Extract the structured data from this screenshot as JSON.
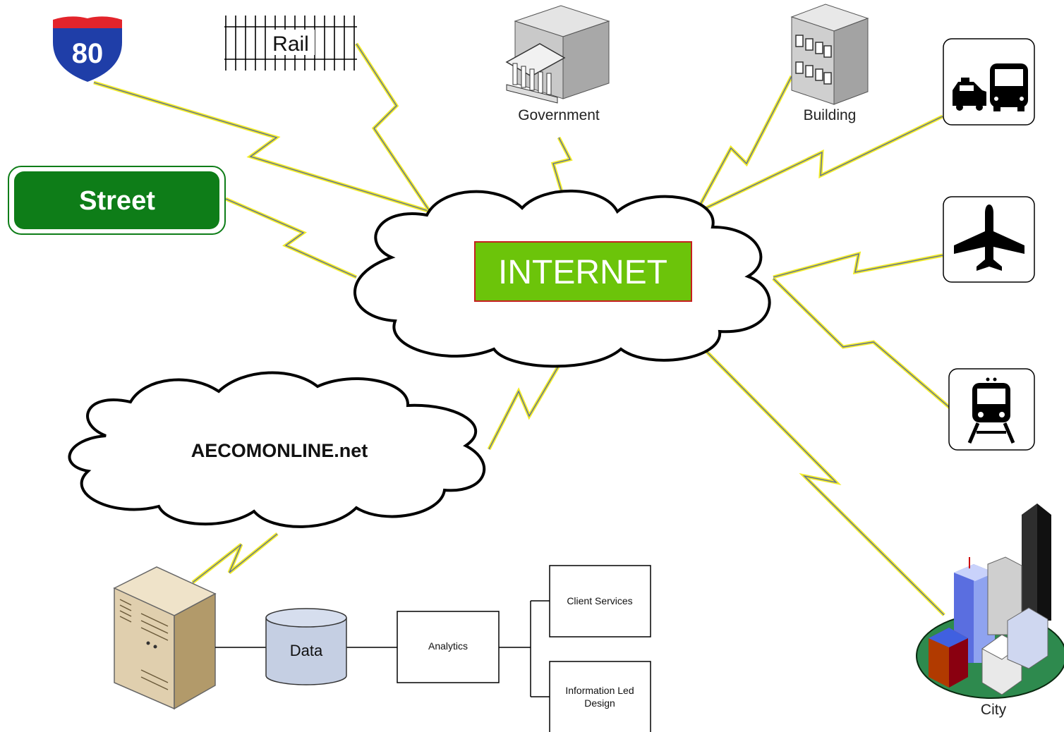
{
  "internet": {
    "label": "INTERNET",
    "box_fill": "#6cc40a",
    "box_border": "#c61f1f"
  },
  "aecom_cloud": {
    "label": "AECOMONLINE.net"
  },
  "highway_shield": {
    "number": "80",
    "top_color": "#e3242b",
    "body_color": "#1f3ea8"
  },
  "rail": {
    "label": "Rail"
  },
  "street_sign": {
    "label": "Street",
    "color": "#0e7d18"
  },
  "government": {
    "label": "Government"
  },
  "building": {
    "label": "Building"
  },
  "transit_icons": [
    {
      "icon": "taxi-bus-icon"
    },
    {
      "icon": "airplane-icon"
    },
    {
      "icon": "train-icon"
    }
  ],
  "city": {
    "label": "City"
  },
  "server": {
    "icon": "server-icon"
  },
  "data_store": {
    "label": "Data",
    "fill": "#c5cfe3"
  },
  "analytics": {
    "label": "Analytics"
  },
  "outputs": [
    {
      "label": "Client Services"
    },
    {
      "label_line1": "Information Led",
      "label_line2": "Design"
    }
  ],
  "link_color": "#f2ec28"
}
